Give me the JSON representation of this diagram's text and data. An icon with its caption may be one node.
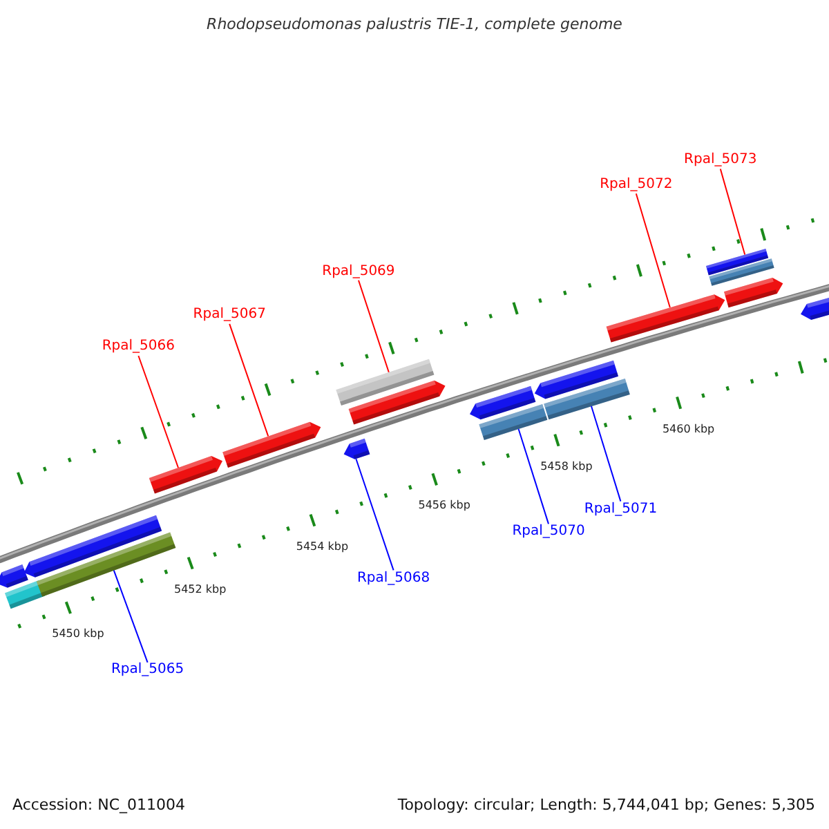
{
  "diagram": {
    "title": "Rhodopseudomonas palustris TIE-1, complete genome",
    "nodes": [
      {
        "text": [
          "Rpal_5073"
        ]
      },
      {
        "text": [
          "Rpal_5072"
        ]
      },
      {
        "text": [
          "Rpal_5069"
        ]
      },
      {
        "text": [
          "Rpal_5067"
        ]
      },
      {
        "text": [
          "Rpal_5066"
        ]
      },
      {
        "text": [
          "Rpal_5071"
        ]
      },
      {
        "text": [
          "Rpal_5070"
        ]
      },
      {
        "text": [
          "Rpal_5068"
        ]
      },
      {
        "text": [
          "Rpal_5065"
        ]
      },
      {
        "text": [],
        "shape": "bar"
      },
      {
        "text": [],
        "shape": "bar"
      },
      {
        "text": [],
        "shape": "bar"
      },
      {
        "text": [],
        "shape": "bar"
      },
      {
        "text": [],
        "shape": "bar"
      },
      {
        "text": [],
        "shape": "bar"
      },
      {
        "text": [],
        "shape": "bar"
      },
      {
        "text": [],
        "shape": "bar"
      },
      {
        "text": [],
        "shape": "bar"
      },
      {
        "text": [],
        "shape": "bar"
      },
      {
        "text": [],
        "shape": "bar"
      },
      {
        "text": [],
        "shape": "bar"
      },
      {
        "text": [],
        "shape": "bar"
      },
      {
        "text": [],
        "shape": "bar"
      },
      {
        "text": [],
        "shape": "bar"
      },
      {
        "text": [],
        "shape": "bar"
      },
      {
        "text": [],
        "shape": "bar"
      },
      {
        "text": [],
        "shape": "bar"
      }
    ],
    "edges": [
      {
        "from": 0,
        "to": 23,
        "arrow": "none"
      },
      {
        "from": 1,
        "to": 22,
        "arrow": "none"
      },
      {
        "from": 2,
        "to": 16,
        "arrow": "none"
      },
      {
        "from": 3,
        "to": 14,
        "arrow": "none"
      },
      {
        "from": 4,
        "to": 13,
        "arrow": "none"
      },
      {
        "from": 5,
        "to": 21,
        "arrow": "none",
        "color": "#0000ff"
      },
      {
        "from": 6,
        "to": 19,
        "arrow": "none",
        "color": "#0000ff"
      },
      {
        "from": 7,
        "to": 15,
        "arrow": "none",
        "color": "#0000ff"
      },
      {
        "from": 8,
        "to": 12,
        "arrow": "none",
        "color": "#0000ff"
      }
    ],
    "labels": [
      "5460 kbp",
      "5458 kbp",
      "5456 kbp",
      "5454 kbp",
      "5452 kbp",
      "5450 kbp",
      "Accession: NC_011004",
      "Topology: circular; Length: 5,744,041 bp; Genes: 5,305"
    ]
  }
}
